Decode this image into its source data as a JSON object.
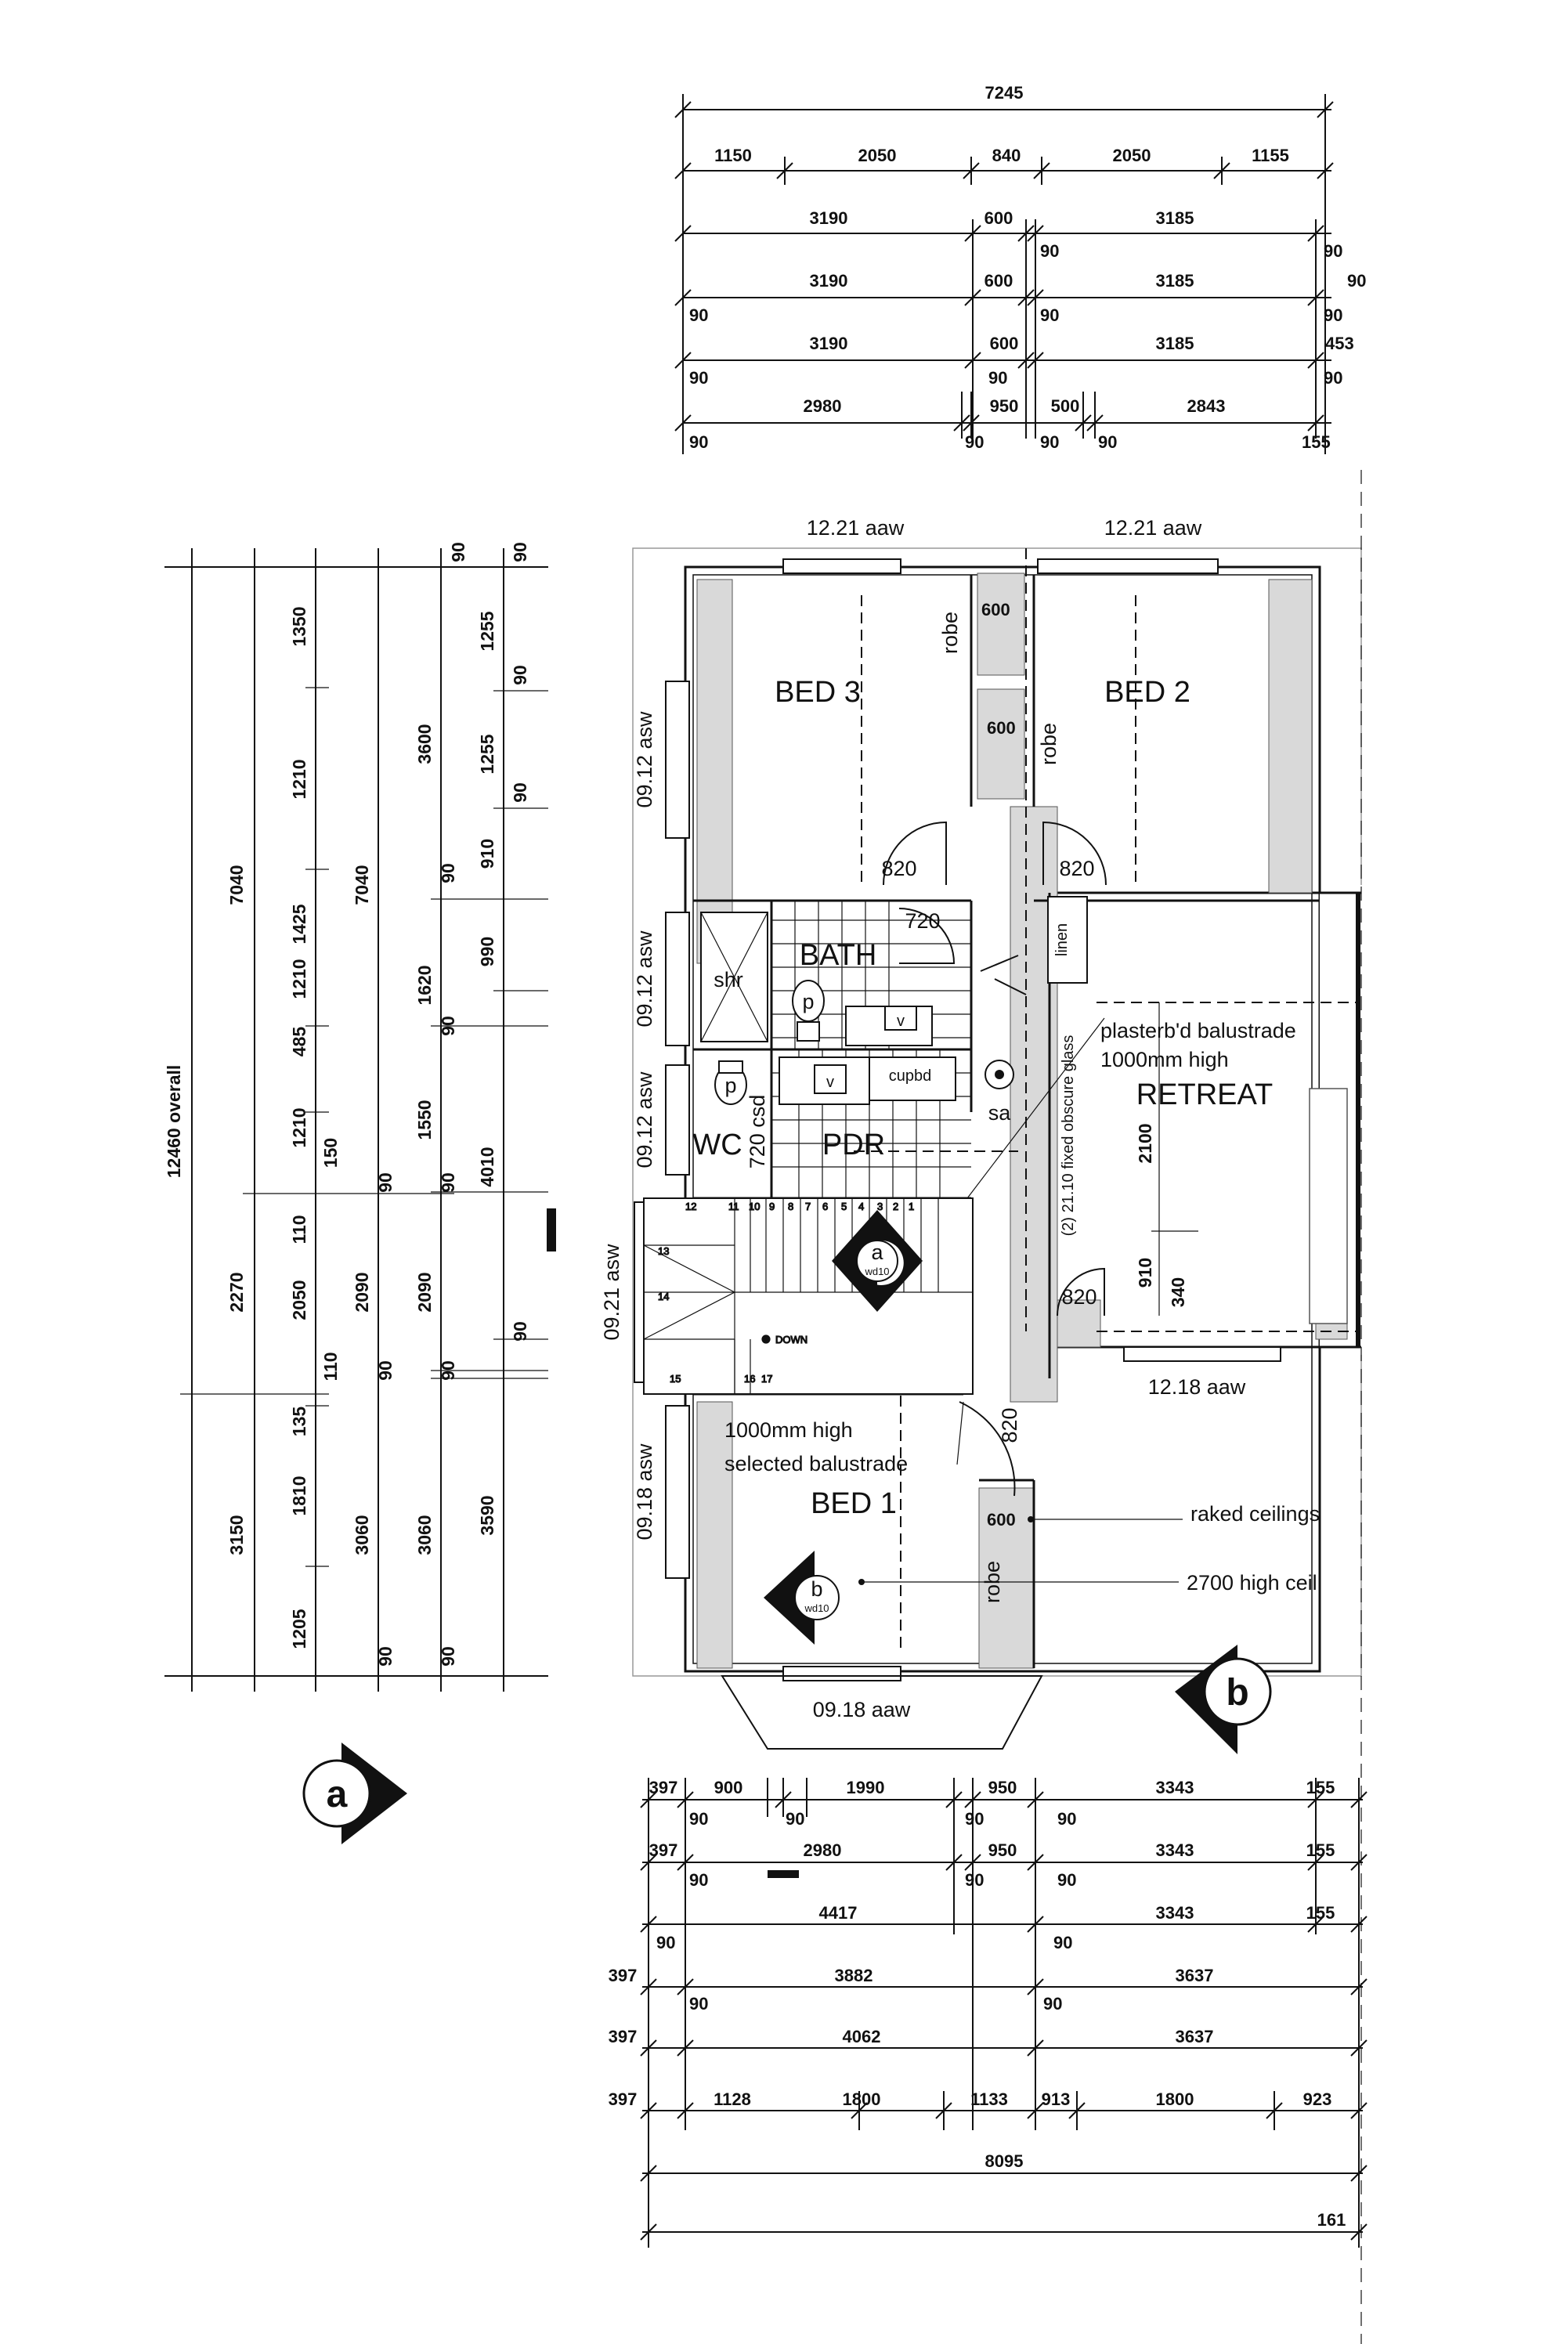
{
  "dimensions": {
    "top": {
      "overall": "7245",
      "row1": [
        "1150",
        "2050",
        "840",
        "2050",
        "1155"
      ],
      "row2": [
        "3190",
        "600",
        "3185",
        "90"
      ],
      "row3": [
        "3190",
        "600",
        "3185",
        "90",
        "90"
      ],
      "row4": [
        "90",
        "3190",
        "600",
        "90",
        "3185",
        "90",
        "453"
      ],
      "row5": [
        "90",
        "2980",
        "90",
        "950",
        "500",
        "2843",
        "90"
      ],
      "row6": [
        "90",
        "90",
        "90",
        "90",
        "155"
      ]
    },
    "left": {
      "overall": "12460",
      "overall_suffix": "overall",
      "col_a": [
        "7040",
        "2270",
        "3150"
      ],
      "col_b": [
        "1350",
        "1210",
        "1425",
        "1210",
        "485",
        "1210",
        "150",
        "110",
        "2050",
        "110",
        "135",
        "1810",
        "1205"
      ],
      "col_c": [
        "7040",
        "90",
        "2090",
        "90",
        "3060",
        "90"
      ],
      "col_d": [
        "3600",
        "1620",
        "1550",
        "90",
        "2090",
        "90",
        "3060",
        "90",
        "90",
        "90"
      ],
      "col_e": [
        "90",
        "1255",
        "90",
        "1255",
        "90",
        "910",
        "990",
        "4010",
        "90",
        "3590"
      ]
    },
    "bottom": {
      "row1": [
        "397",
        "900",
        "1990",
        "950",
        "3343",
        "155"
      ],
      "row1b": [
        "90",
        "90",
        "90",
        "90"
      ],
      "row2": [
        "397",
        "2980",
        "950",
        "3343",
        "155"
      ],
      "row2b": [
        "90",
        "90",
        "90"
      ],
      "row3": [
        "4417",
        "3343",
        "155"
      ],
      "row3b": [
        "90",
        "90"
      ],
      "row4": [
        "397",
        "3882",
        "3637"
      ],
      "row4b": [
        "90",
        "90"
      ],
      "row5": [
        "397",
        "4062",
        "3637"
      ],
      "row6": [
        "397",
        "1128",
        "1800",
        "1133",
        "913",
        "1800",
        "923"
      ],
      "overall": "8095",
      "extra": "161"
    }
  },
  "rooms": {
    "bed3": "BED 3",
    "bed2": "BED 2",
    "bath": "BATH",
    "wc": "WC",
    "pdr": "PDR",
    "retreat": "RETREAT",
    "bed1": "BED 1"
  },
  "labels": {
    "win_bed3_top": "12.21 aaw",
    "win_bed2_top": "12.21 aaw",
    "win_bed3_side": "09.12 asw",
    "win_bath_side": "09.12 asw",
    "win_wc_side": "09.12 asw",
    "win_stair_side": "09.21 asw",
    "win_bed1_side": "09.18 asw",
    "win_bed1_bottom": "09.18 aaw",
    "win_retreat_bottom": "12.18 aaw",
    "robe1": "robe",
    "robe1_w": "600",
    "robe2": "robe",
    "robe2_w": "600",
    "robe3": "robe",
    "robe3_w": "600",
    "door_bed3": "820",
    "door_bed2": "820",
    "door_bath": "720",
    "door_wc": "720 csd",
    "door_retreat": "820",
    "door_bed1": "820",
    "shr": "shr",
    "linen": "linen",
    "cupbd": "cupbd",
    "sa": "sa",
    "balustrade1": "plasterb'd balustrade",
    "balustrade2": "1000mm high",
    "fixed_glass": "(2) 21.10 fixed obscure glass",
    "retreat_2100": "2100",
    "retreat_910": "910",
    "retreat_340": "340",
    "down": "DOWN",
    "stair_nums": [
      "12",
      "11",
      "10",
      "9",
      "8",
      "7",
      "6",
      "5",
      "4",
      "3",
      "2",
      "1",
      "13",
      "14",
      "15",
      "16",
      "17"
    ],
    "sel_bal1": "1000mm high",
    "sel_bal2": "selected balustrade",
    "raked": "raked ceilings",
    "ceil2700": "2700 high ceil",
    "sec_a": "a",
    "sec_a_ref": "wd10",
    "sec_b": "b",
    "sec_b_ref": "wd10",
    "marker_a": "a",
    "marker_b": "b"
  }
}
